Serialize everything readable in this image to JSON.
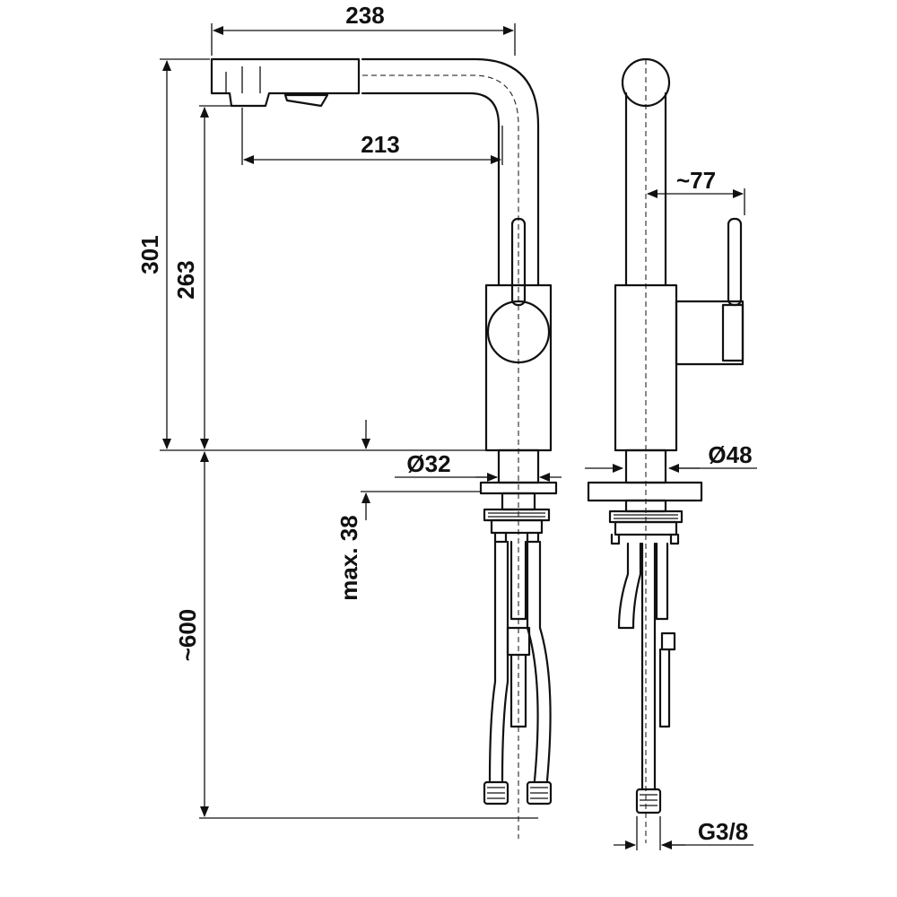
{
  "dimensions": {
    "total_reach": "238",
    "spout_reach": "213",
    "total_height": "301",
    "spout_height": "263",
    "body_diameter": "Ø32",
    "base_diameter": "Ø48",
    "max_counter_thickness": "max. 38",
    "hose_length": "~600",
    "handle_offset": "~77",
    "connection_thread": "G3/8"
  }
}
